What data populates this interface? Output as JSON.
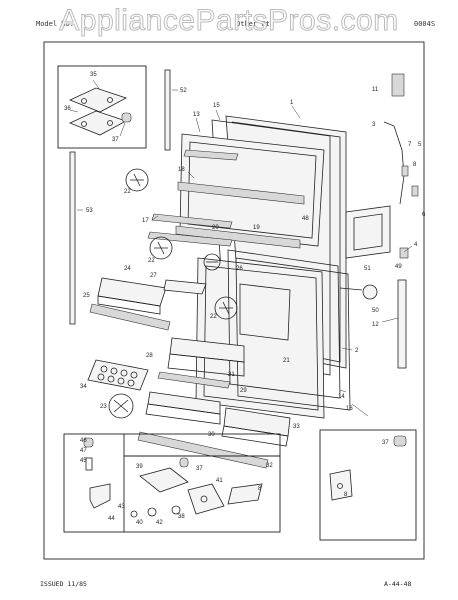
{
  "watermark": "AppliancePartsPros.com",
  "header": {
    "left": "Model No.",
    "center": "Other Pt.",
    "right": "0004S"
  },
  "footer": {
    "issued": "ISSUED 11/85",
    "page_code": "A-44-48"
  },
  "callouts": {
    "c1": "1",
    "c2": "2",
    "c3": "3",
    "c4": "4",
    "c5": "5",
    "c6": "6",
    "c7": "7",
    "c8": "8",
    "c11": "11",
    "c12": "12",
    "c13": "13",
    "c14": "14",
    "c15": "15",
    "c16": "16",
    "c17": "17",
    "c18": "18",
    "c19": "19",
    "c20": "20",
    "c21": "21",
    "c22a": "22",
    "c22b": "22",
    "c22c": "22",
    "c23": "23",
    "c24": "24",
    "c25": "25",
    "c26": "26",
    "c27": "27",
    "c28": "28",
    "c29": "29",
    "c30": "30",
    "c31": "31",
    "c32": "32",
    "c33": "33",
    "c34": "34",
    "c35": "35",
    "c36": "36",
    "c37a": "37",
    "c37b": "37",
    "c37c": "37",
    "c38": "38",
    "c39": "39",
    "c40": "40",
    "c41": "41",
    "c42": "42",
    "c43": "43",
    "c44": "44",
    "c45": "45",
    "c46": "46",
    "c47": "47",
    "c48": "48",
    "c49": "49",
    "c50": "50",
    "c51": "51",
    "c52": "52",
    "c53": "53"
  }
}
